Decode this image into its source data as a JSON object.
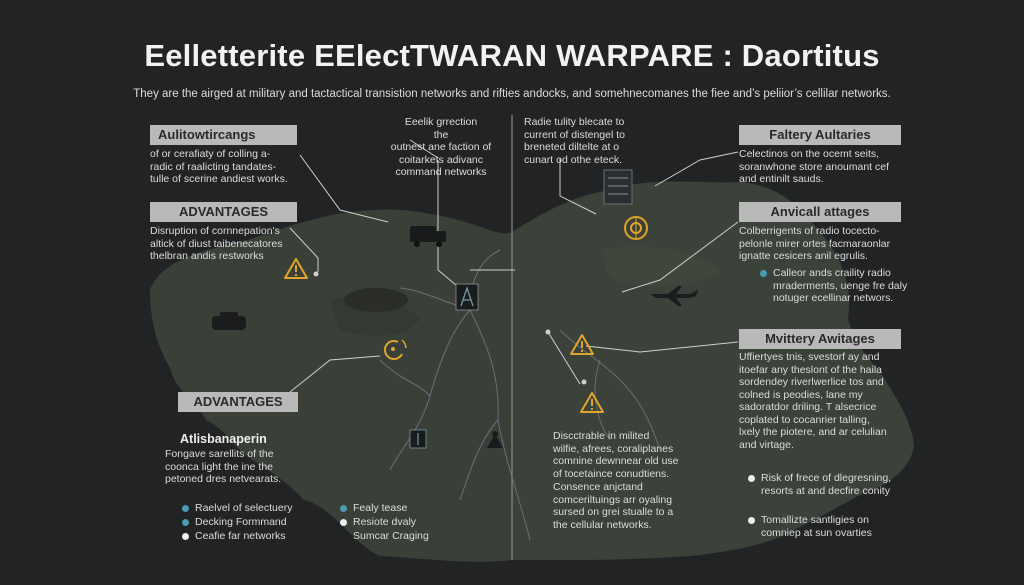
{
  "title": "Eelletterite EElectTWARAN WARPARE : Daortitus",
  "subtitle": "They are the airged at military and tactactical transistion networks and rifties andocks, and somehnecomanes the fiee and’s peliior’s cellilar networks.",
  "colors": {
    "background": "#222325",
    "land": "#3b4239",
    "header_fill": "#b9b9b9",
    "warning": "#e0a52a",
    "teal_dot": "#4a9cb0"
  },
  "left_column": {
    "box1": {
      "header": "Aulitowtircangs",
      "text": "of  or  cerafiaty  of  colling  a-\nradic  of  raalicting  tandates-\ntulle of scerine andiest works."
    },
    "box2": {
      "header": "ADVANTAGES",
      "text": "Disruption  of  cornnepation's\naltick  of  diust  taibenecatores\nthelbran andis restworks"
    },
    "box3": {
      "header": "ADVANTAGES"
    },
    "section": {
      "title": "Atlisbanaperin",
      "text": "Fongave sarellits of the\ncoonca light the ine the\npetoned dres netvearats."
    }
  },
  "center_top_left": {
    "text": "Eeelik grrection\nthe\noutnest ane faction of\ncoitarkets adivanc\ncommand networks"
  },
  "center_top_right": {
    "text": "Radie tulity blecate to\ncurrent of distengel to\nbreneted diltelte at o\ncunart od othe eteck."
  },
  "center_bottom": {
    "para1": "Discctrable in milited\nwilfie, afrees, coraliplanes\ncomnine dewnnear old use\nof tocetaince conudtiens.",
    "para2": "Consence anjctand\ncomceriltuings arr oyaling\nsursed on grei stualle to a\nthe cellular networks."
  },
  "right_column": {
    "box1": {
      "header": "Faltery Aultaries",
      "text": "Celectinos on the ocemt seits,\nsoranwhone store anoumant cef\nand entinilt sauds."
    },
    "box2": {
      "header": "Anvicall attages",
      "text": "Colberrigents of radio tocecto-\npelonle mirer ortes facmaraonlar\nignatte cesicers anil egrulis."
    },
    "bullet1": "Calleor ands craility radio\nmraderments, uenge fre daly\nnotuger ecellinar networs.",
    "box3": {
      "header": "Mvittery Awitages",
      "text": "Uffiertyes tnis, svestorf ay and\nitoefar any theslont of the haila\nsordendey riverlwerlice tos and\ncolned is peodies, lane my\nsadoratdor driling. T alsecrice\ncoplated to cocanrier talling,\nlxely the piotere, and ar celulian\nand virtage."
    },
    "bullet2": "Risk of frece of dlegresning,\nresorts at and decfire conity",
    "bullet3": "Tomallizte santligies on\ncomniep at sun ovarties"
  },
  "legend": {
    "left": [
      {
        "color": "teal",
        "label": "Raelvel of selectuery"
      },
      {
        "color": "teal",
        "label": "Decking Formmand"
      },
      {
        "color": "white",
        "label": "Ceafie far networks"
      }
    ],
    "middle": [
      {
        "color": "teal",
        "label": "Fealy tease"
      },
      {
        "color": "white",
        "label": "Resiote dvaly"
      },
      {
        "color": "none",
        "label": "Sumcar Craging"
      }
    ]
  },
  "icons": [
    "truck-icon",
    "jeep-icon",
    "armored-vehicle-icon",
    "radio-tower-icon",
    "warning-icon",
    "signal-icon",
    "satellite-dish-icon",
    "server-rack-icon",
    "target-icon",
    "aircraft-icon",
    "antenna-icon"
  ]
}
